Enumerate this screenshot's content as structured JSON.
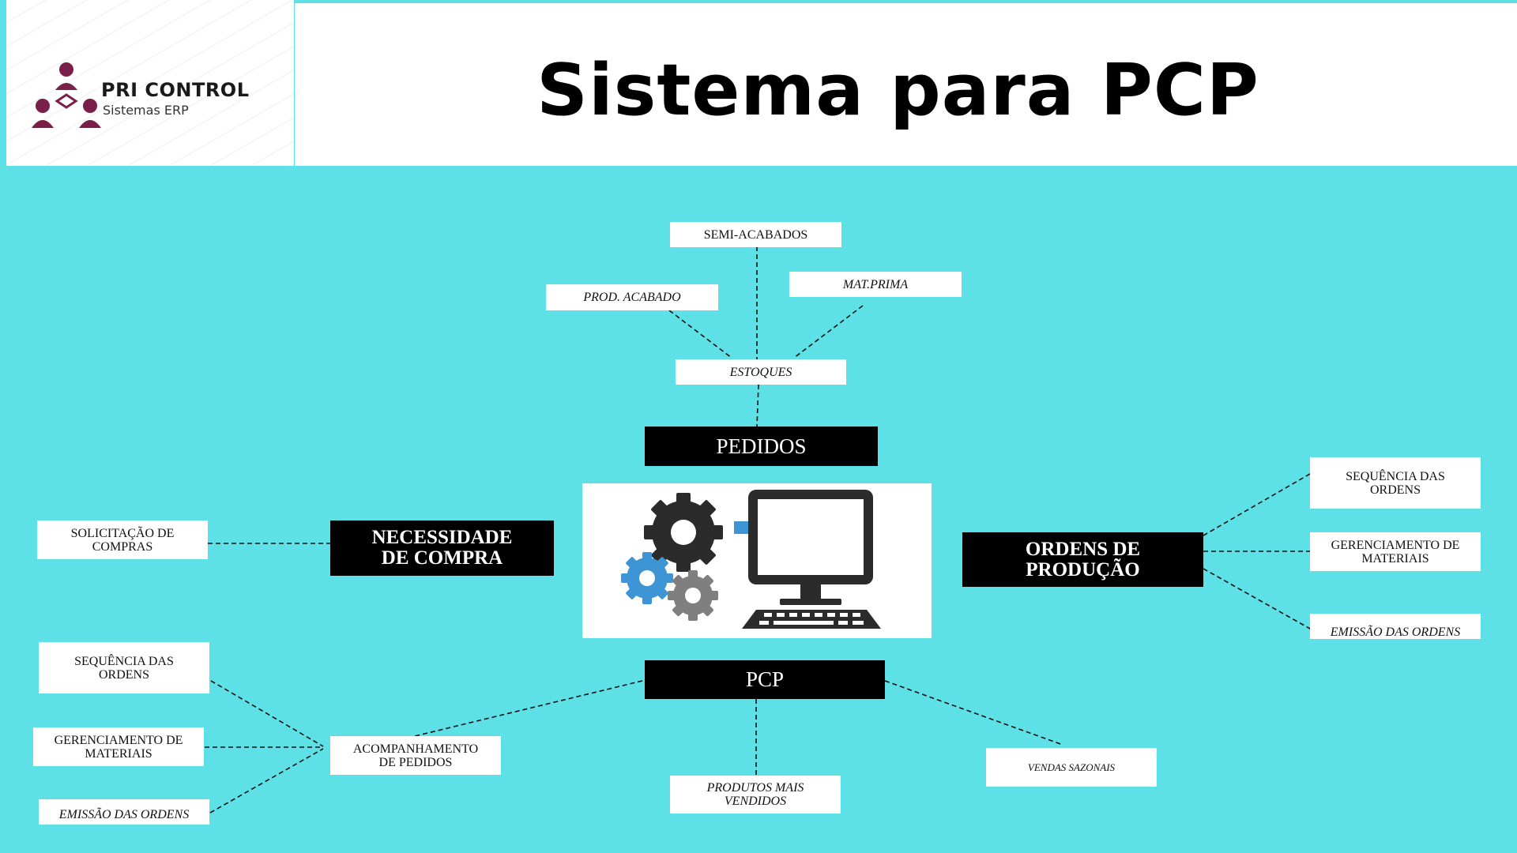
{
  "header": {
    "title": "Sistema para PCP",
    "logo_brand": "PRI CONTROL",
    "logo_subtitle": "Sistemas ERP"
  },
  "colors": {
    "background": "#5ee1e6",
    "box_dark": "#000000",
    "box_light": "#ffffff",
    "gear_blue": "#3d95d6",
    "gear_gray": "#7f7f7f",
    "logo_accent": "#7a1e4a"
  },
  "nodes": {
    "semi_acabados": "SEMI-ACABADOS",
    "prod_acabado": "PROD. ACABADO",
    "mat_prima": "MAT.PRIMA",
    "estoques": "ESTOQUES",
    "pedidos": "PEDIDOS",
    "necessidade_compra": "NECESSIDADE\nDE COMPRA",
    "solicitacao_compras": "SOLICITAÇÃO DE\nCOMPRAS",
    "ordens_producao": "ORDENS DE\nPRODUÇÃO",
    "right_sequencia": "SEQUÊNCIA DAS\nORDENS",
    "right_gerenciamento": "GERENCIAMENTO DE\nMATERIAIS",
    "right_emissao": "EMISSÃO DAS ORDENS",
    "pcp": "PCP",
    "acompanhamento": "ACOMPANHAMENTO\nDE PEDIDOS",
    "left_sequencia": "SEQUÊNCIA DAS\nORDENS",
    "left_gerenciamento": "GERENCIAMENTO DE\nMATERIAIS",
    "left_emissao": "EMISSÃO DAS ORDENS",
    "produtos_vendidos": "PRODUTOS MAIS\nVENDIDOS",
    "vendas_sazonais": "VENDAS SAZONAIS"
  },
  "icons": [
    "handshake-people-logo-icon",
    "gear-icon",
    "arrow-right-icon",
    "computer-monitor-icon",
    "keyboard-icon"
  ]
}
